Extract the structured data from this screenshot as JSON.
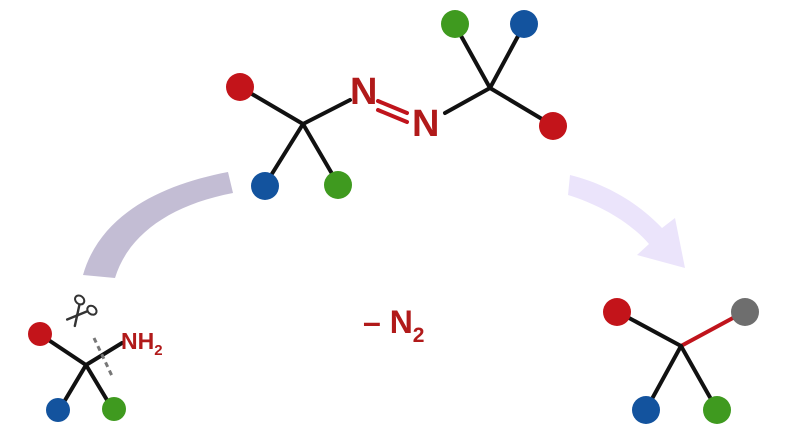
{
  "azo": {
    "n_left": "N",
    "n_right": "N"
  },
  "amine": {
    "label": "NH",
    "subscript": "2"
  },
  "elimination": {
    "prefix": "– N",
    "subscript": "2"
  },
  "colors": {
    "red": "#c3141a",
    "blue": "#13539e",
    "green": "#3f9a1f",
    "gray": "#6e6e6e",
    "arrow_left": "#bdb6cf",
    "arrow_right": "#ebe4fb",
    "label": "#b11a1a"
  },
  "icons": [
    "scissors-icon"
  ]
}
